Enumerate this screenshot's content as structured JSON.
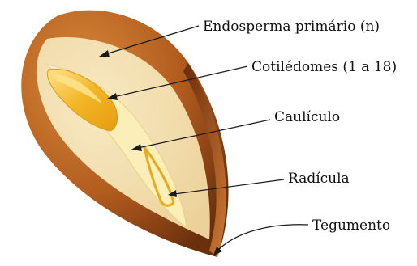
{
  "labels": {
    "endosperm": "Endosperma primário (n)",
    "cotyledons": "Cotilédomes (1 a 18)",
    "caulicle": "Caulículo",
    "radicle": "Radícula",
    "seed_coat": "Tegumento"
  },
  "colors": {
    "seed_coat_dark": "#7a3a12",
    "seed_coat_mid": "#b25c1e",
    "seed_coat_light": "#d98a3a",
    "endosperm": "#f3e0b0",
    "embryo": "#fbeeb8",
    "cotyledon": "#f2b525",
    "cotyledon_highlight": "#fde28a",
    "leader_line": "#1a1a1a"
  }
}
